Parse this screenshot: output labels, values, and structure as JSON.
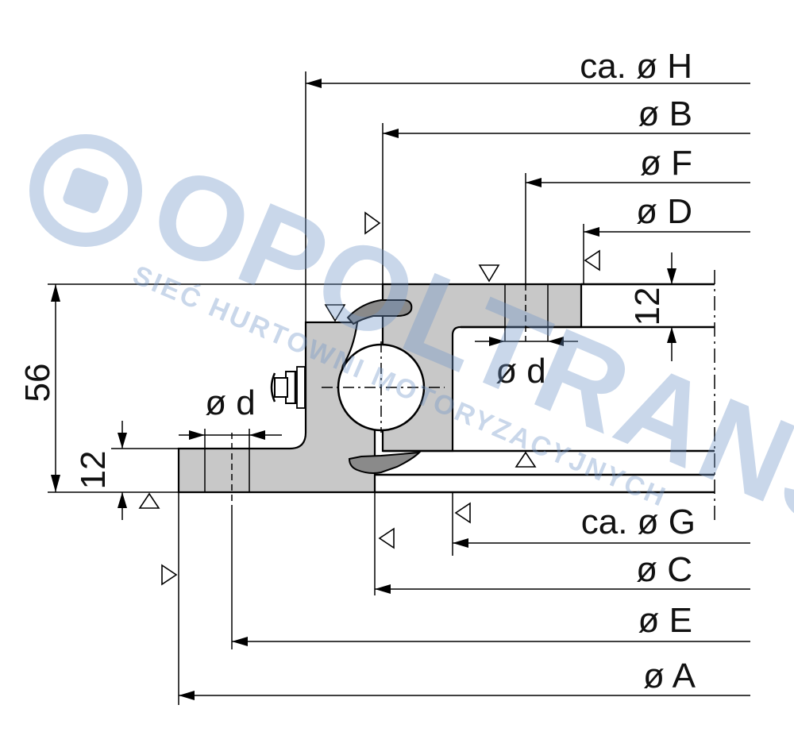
{
  "dimensions": {
    "H": "ca. ø H",
    "B": "ø B",
    "F": "ø F",
    "D": "ø D",
    "G": "ca. ø G",
    "C": "ø C",
    "E": "ø E",
    "A": "ø A",
    "d_outer": "ø d",
    "d_inner": "ø d",
    "height_total": "56",
    "flange_inner": "12",
    "flange_outer": "12"
  },
  "watermark": {
    "brand": "OPOLTRANS",
    "tagline": "SIEĆ HURTOWNI MOTORYZACYJNYCH",
    "color": "#6f95c8"
  }
}
